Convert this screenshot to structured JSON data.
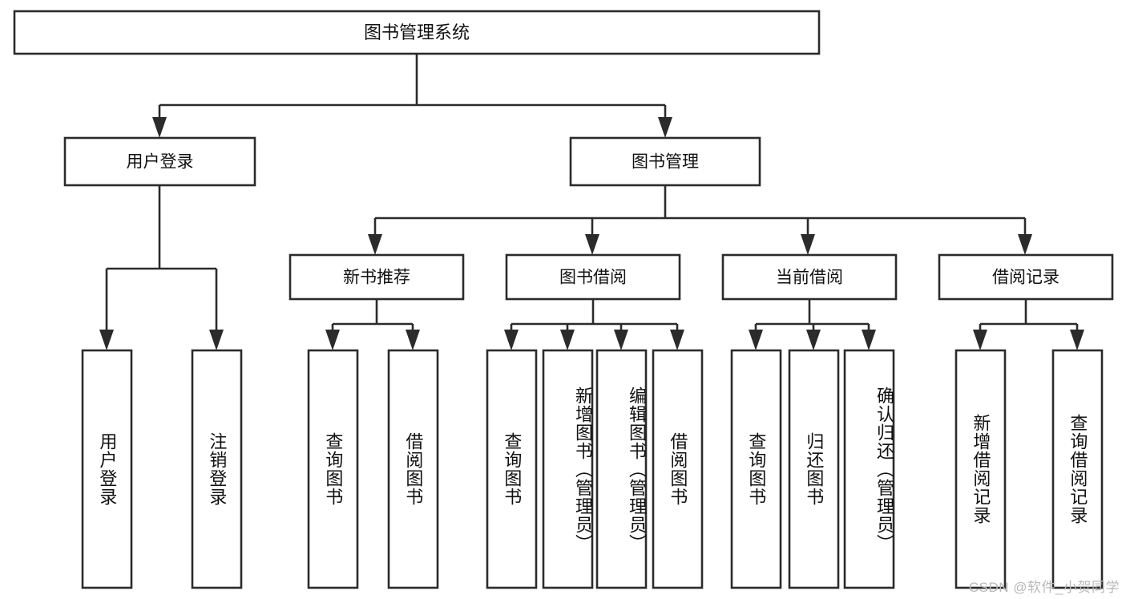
{
  "diagram": {
    "title": "图书管理系统",
    "type": "tree-hierarchy-chart",
    "colors": {
      "box_stroke": "#2b2b2b",
      "box_fill": "#ffffff",
      "text": "#111111",
      "background": "#ffffff",
      "watermark": "#b9b9b9"
    },
    "root": {
      "label": "图书管理系统"
    },
    "level2": [
      {
        "label": "用户登录"
      },
      {
        "label": "图书管理"
      }
    ],
    "level3": [
      {
        "label": "新书推荐"
      },
      {
        "label": "图书借阅"
      },
      {
        "label": "当前借阅"
      },
      {
        "label": "借阅记录"
      }
    ],
    "leaves": {
      "user_login": [
        {
          "label": "用户登录"
        },
        {
          "label": "注销登录"
        }
      ],
      "new_book_recommend": [
        {
          "label": "查询图书"
        },
        {
          "label": "借阅图书"
        }
      ],
      "book_borrow": [
        {
          "label": "查询图书"
        },
        {
          "label": "新增图书（管理员）"
        },
        {
          "label": "编辑图书（管理员）"
        },
        {
          "label": "借阅图书"
        }
      ],
      "current_borrow": [
        {
          "label": "查询图书"
        },
        {
          "label": "归还图书"
        },
        {
          "label": "确认归还（管理员）"
        }
      ],
      "borrow_record": [
        {
          "label": "新增借阅记录"
        },
        {
          "label": "查询借阅记录"
        }
      ]
    }
  },
  "watermark": {
    "text": "CSDN @软件_小贺同学"
  }
}
